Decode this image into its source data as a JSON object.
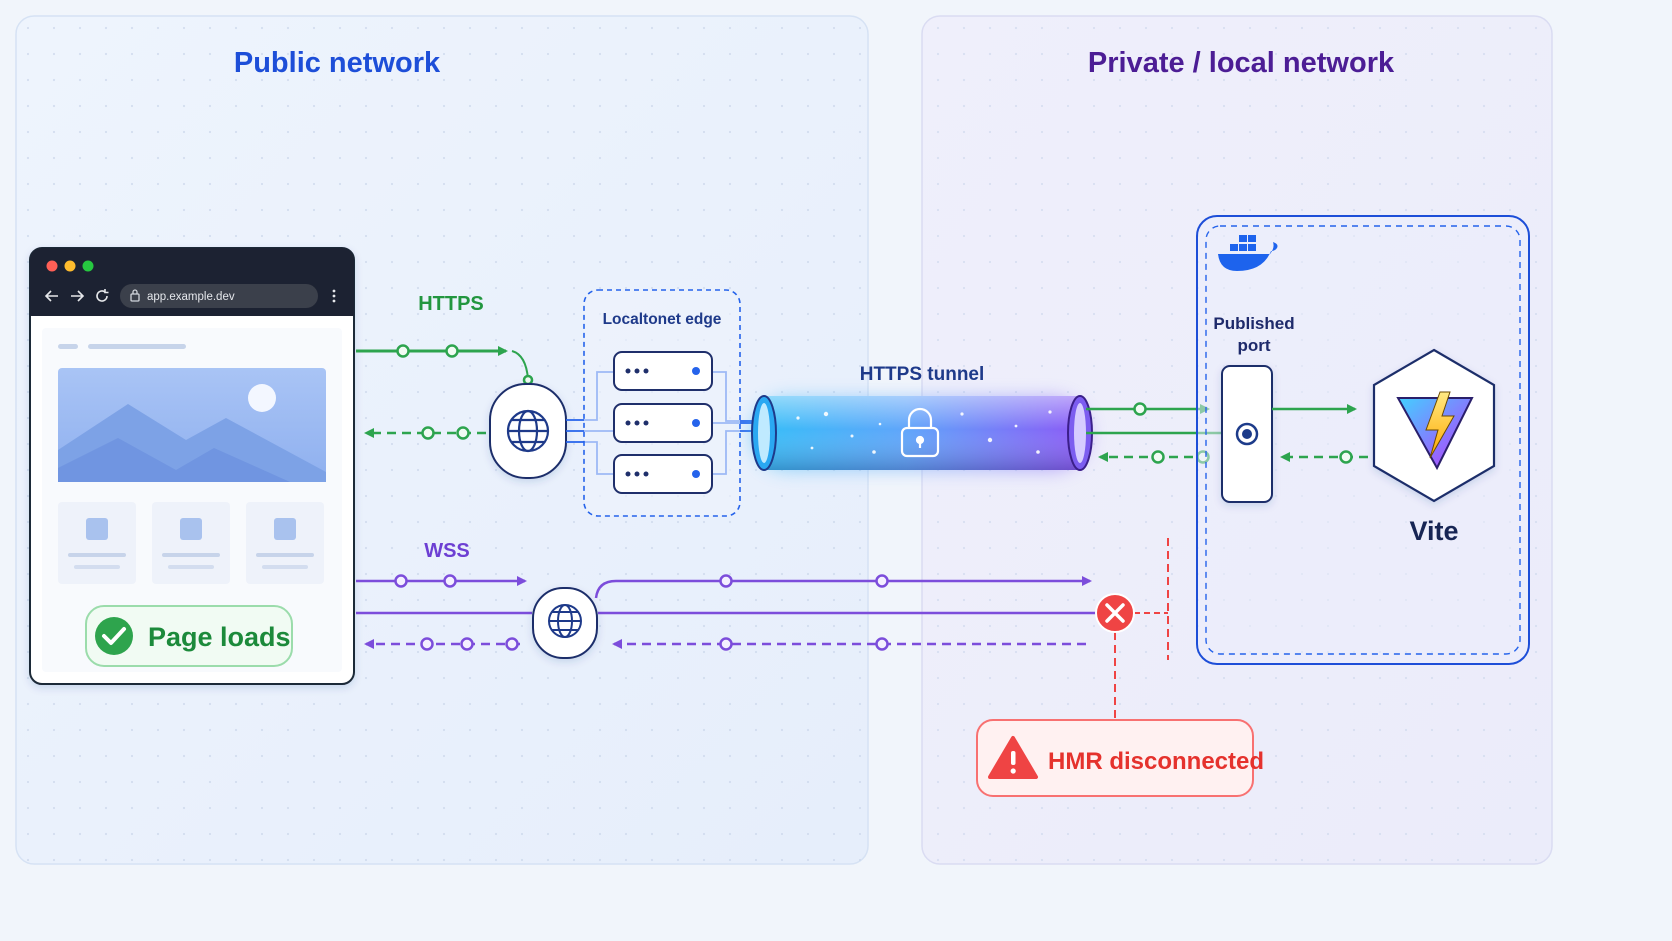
{
  "zones": {
    "public_title": "Public network",
    "private_title": "Private / local network"
  },
  "browser": {
    "url": "app.example.dev",
    "status_label": "Page loads"
  },
  "protocols": {
    "https_label": "HTTPS",
    "wss_label": "WSS"
  },
  "edge": {
    "title": "Localtonet edge"
  },
  "tunnel": {
    "label": "HTTPS tunnel"
  },
  "container": {
    "published_port_label_line1": "Published",
    "published_port_label_line2": "port",
    "app_name": "Vite"
  },
  "error": {
    "label": "HMR disconnected"
  },
  "icons": {
    "browser_dots": [
      "red-dot-icon",
      "yellow-dot-icon",
      "green-dot-icon"
    ],
    "nav": [
      "back-arrow-icon",
      "forward-arrow-icon",
      "reload-icon",
      "lock-icon",
      "kebab-menu-icon"
    ],
    "globe": "globe-icon",
    "server": "server-icon",
    "tunnel_lock": "padlock-icon",
    "docker": "docker-whale-icon",
    "vite": "vite-logo-icon",
    "error_x": "error-x-icon",
    "warning": "warning-triangle-icon",
    "check": "checkmark-icon"
  },
  "colors": {
    "public_blue": "#1d4ed8",
    "private_purple": "#4c1d95",
    "https_green": "#2da44e",
    "wss_purple": "#7c4ddb",
    "error_red": "#ef4444",
    "tunnel_cyan": "#38bdf8",
    "tunnel_violet": "#8b5cf6"
  }
}
